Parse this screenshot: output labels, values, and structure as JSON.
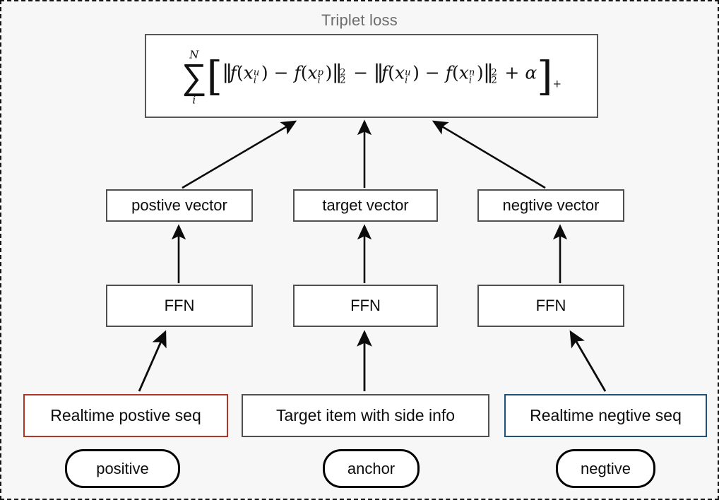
{
  "diagram": {
    "title": "Triplet loss",
    "title_color": "#6d6d6d",
    "background_color": "#f7f7f7",
    "border_style": "dashed-black"
  },
  "formula": {
    "latex": "\\sum_{i}^{N}\\left[\\,\\|f(x_i^u)-f(x_i^p)\\|_2^2-\\|f(x_i^u)-f(x_i^n)\\|_2^2+\\alpha\\,\\right]_{+}",
    "sum_upper": "N",
    "sum_lower": "i",
    "margin_symbol": "α",
    "subscript_plus": "+",
    "norm_exponent": "2",
    "norm_subscript": "2",
    "terms": {
      "anchor_var": "u",
      "positive_var": "p",
      "negative_var": "n",
      "index": "i",
      "fn": "f",
      "var": "x"
    }
  },
  "vector_row": [
    {
      "label": "postive vector",
      "name": "positive-vector-box"
    },
    {
      "label": "target vector",
      "name": "target-vector-box"
    },
    {
      "label": "negtive vector",
      "name": "negative-vector-box"
    }
  ],
  "ffn_row": [
    {
      "label": "FFN"
    },
    {
      "label": "FFN"
    },
    {
      "label": "FFN"
    }
  ],
  "input_row": [
    {
      "label": "Realtime postive seq",
      "border_color": "#b03428"
    },
    {
      "label": "Target item with side info",
      "border_color": "#4f4f4f"
    },
    {
      "label": "Realtime negtive seq",
      "border_color": "#215176"
    }
  ],
  "role_pills": [
    {
      "label": "positive"
    },
    {
      "label": "anchor"
    },
    {
      "label": "negtive"
    }
  ]
}
